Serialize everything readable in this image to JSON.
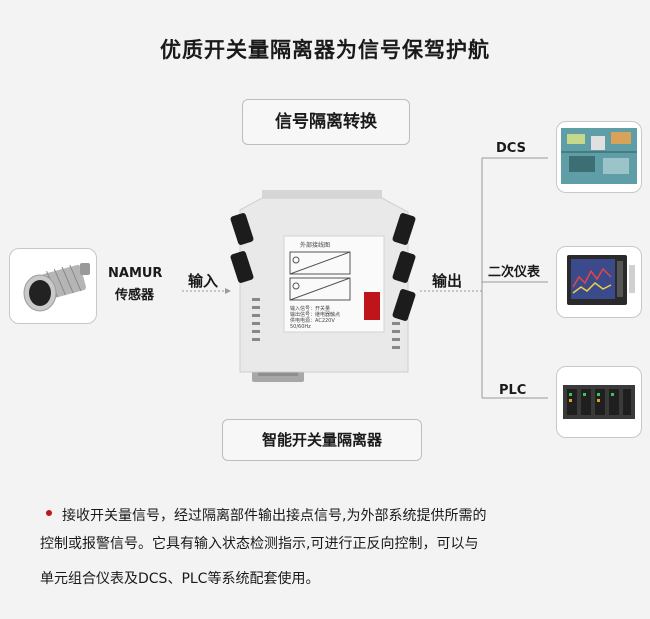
{
  "title": "优质开关量隔离器为信号保驾护航",
  "top_label": "信号隔离转换",
  "bottom_label": "智能开关量隔离器",
  "sensor_label_1": "NAMUR",
  "sensor_label_2": "传感器",
  "input_label": "输入",
  "output_label": "输出",
  "targets": [
    {
      "label": "DCS"
    },
    {
      "label": "二次仪表"
    },
    {
      "label": "PLC"
    }
  ],
  "device": {
    "diagram_title": "外部接线图",
    "spec_lines": [
      "输入信号：开关量",
      "输出信号：继电器触点",
      "供电电源：AC220V",
      "50/60Hz"
    ]
  },
  "description": {
    "line1": "接收开关量信号，经过隔离部件输出接点信号,为外部系统提供所需的",
    "line2": "控制或报警信号。它具有输入状态检测指示,可进行正反向控制，可以与",
    "line3": "单元组合仪表及DCS、PLC等系统配套使用。"
  },
  "colors": {
    "accent_red": "#c0141b",
    "line_gray": "#9a9a9a"
  }
}
